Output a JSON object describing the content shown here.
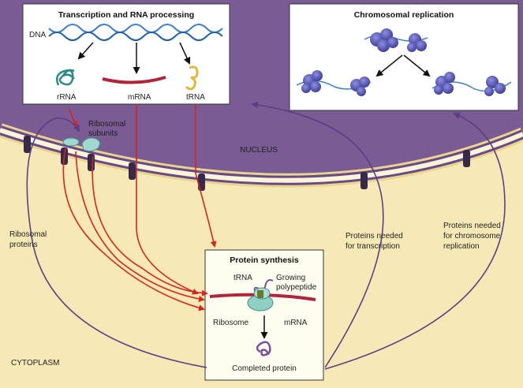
{
  "boxes": {
    "transcription": {
      "title": "Transcription and RNA processing"
    },
    "replication": {
      "title": "Chromosomal replication"
    },
    "synthesis": {
      "title": "Protein synthesis"
    }
  },
  "labels": {
    "dna": "DNA",
    "rrna": "rRNA",
    "mrna_top": "mRNA",
    "trna_top": "tRNA",
    "ribosomal_subunits_1": "Ribosomal",
    "ribosomal_subunits_2": "subunits",
    "nucleus": "NUCLEUS",
    "cytoplasm": "CYTOPLASM",
    "ribosomal_proteins_1": "Ribosomal",
    "ribosomal_proteins_2": "proteins",
    "proteins_transcription_1": "Proteins needed",
    "proteins_transcription_2": "for transcription",
    "proteins_replication_1": "Proteins needed",
    "proteins_replication_2": "for chromosome",
    "proteins_replication_3": "replication",
    "trna_inner": "tRNA",
    "growing_1": "Growing",
    "growing_2": "polypeptide",
    "ribosome": "Ribosome",
    "mrna_inner": "mRNA",
    "completed_protein": "Completed protein"
  },
  "colors": {
    "cytoplasm": "#f7e9b6",
    "nucleus": "#7a5b94",
    "membrane": "#f3e1a8",
    "pore": "#352a4a",
    "arrow_red": "#d8231f",
    "arrow_purple": "#5b3f86",
    "dna": "#3c7fc8",
    "chromatin": "#4a4aa8"
  }
}
